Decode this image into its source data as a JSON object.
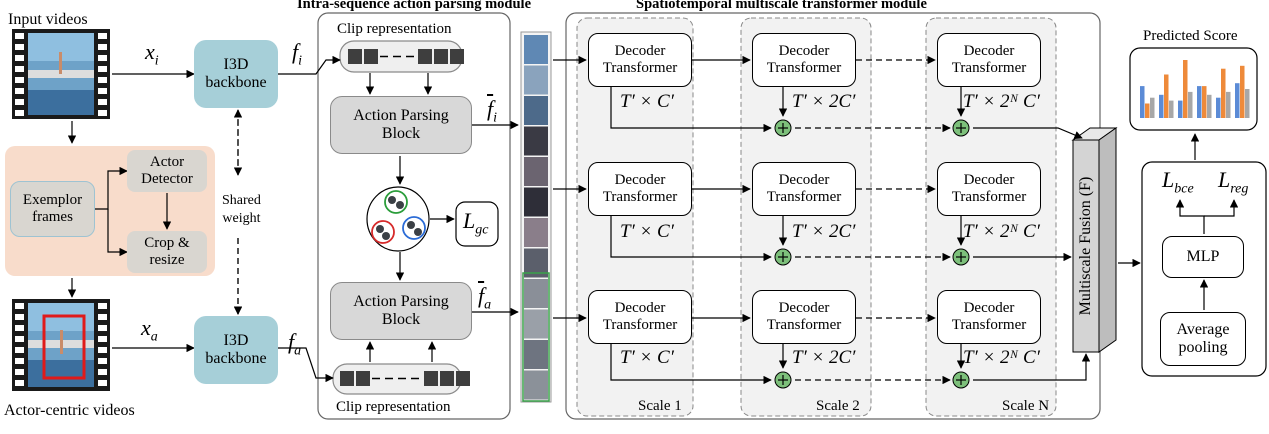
{
  "input_videos": {
    "title": "Input videos",
    "x_label": "x",
    "x_sub": "i",
    "backbone": [
      "I3D",
      "backbone"
    ],
    "f_label": "f",
    "f_sub": "i"
  },
  "actor_videos": {
    "title": "Actor-centric videos",
    "x_label": "x",
    "x_sub": "a",
    "backbone": [
      "I3D",
      "backbone"
    ],
    "f_label": "f",
    "f_sub": "a"
  },
  "shared_weight": [
    "Shared",
    "weight"
  ],
  "preprocess": {
    "exemplor": [
      "Exemplor",
      "frames"
    ],
    "detector": [
      "Actor",
      "Detector"
    ],
    "crop": [
      "Crop &",
      "resize"
    ]
  },
  "parsing_module": {
    "title": "Intra-sequence action parsing module",
    "clip_top": "Clip representation",
    "clip_bottom": "Clip representation",
    "apb_top": [
      "Action Parsing",
      "Block"
    ],
    "apb_bottom": [
      "Action Parsing",
      "Block"
    ],
    "fbar_i": "f",
    "fbar_i_sub": "i",
    "fbar_a": "f",
    "fbar_a_sub": "a",
    "loss_gc": "L",
    "loss_gc_sub": "gc"
  },
  "transformer_module": {
    "title": "Spatiotemporal multiscale transformer module",
    "decoder": [
      "Decoder",
      "Transformer"
    ],
    "dims": [
      "T′ × C′",
      "T′ × 2C′",
      "T′ × 2ᴺ C′"
    ],
    "scales": [
      "Scale 1",
      "Scale 2",
      "Scale N"
    ]
  },
  "fusion": "Multiscale Fusion (F)",
  "head": {
    "predicted_score": "Predicted Score",
    "loss_bce": "L",
    "loss_bce_sub": "bce",
    "loss_reg": "L",
    "loss_reg_sub": "reg",
    "mlp": "MLP",
    "pooling": [
      "Average",
      "pooling"
    ]
  },
  "score_chart_data": {
    "type": "bar",
    "series": [
      {
        "color": "#5b8bd6",
        "values": [
          0.55,
          0.4,
          0.3,
          0.55,
          0.35,
          0.6
        ]
      },
      {
        "color": "#ee8a3a",
        "values": [
          0.25,
          0.75,
          1.0,
          0.55,
          0.85,
          0.9
        ]
      },
      {
        "color": "#a7a7a7",
        "values": [
          0.35,
          0.3,
          0.45,
          0.4,
          0.45,
          0.5
        ]
      }
    ]
  },
  "colors": {
    "backbone": "#a6cfd8",
    "preprocess_bg": "#f8dccb",
    "parsing_block": "#d8d8d8",
    "plus_node": "#7dc07b",
    "scale_panel": "#f2f2f2"
  }
}
